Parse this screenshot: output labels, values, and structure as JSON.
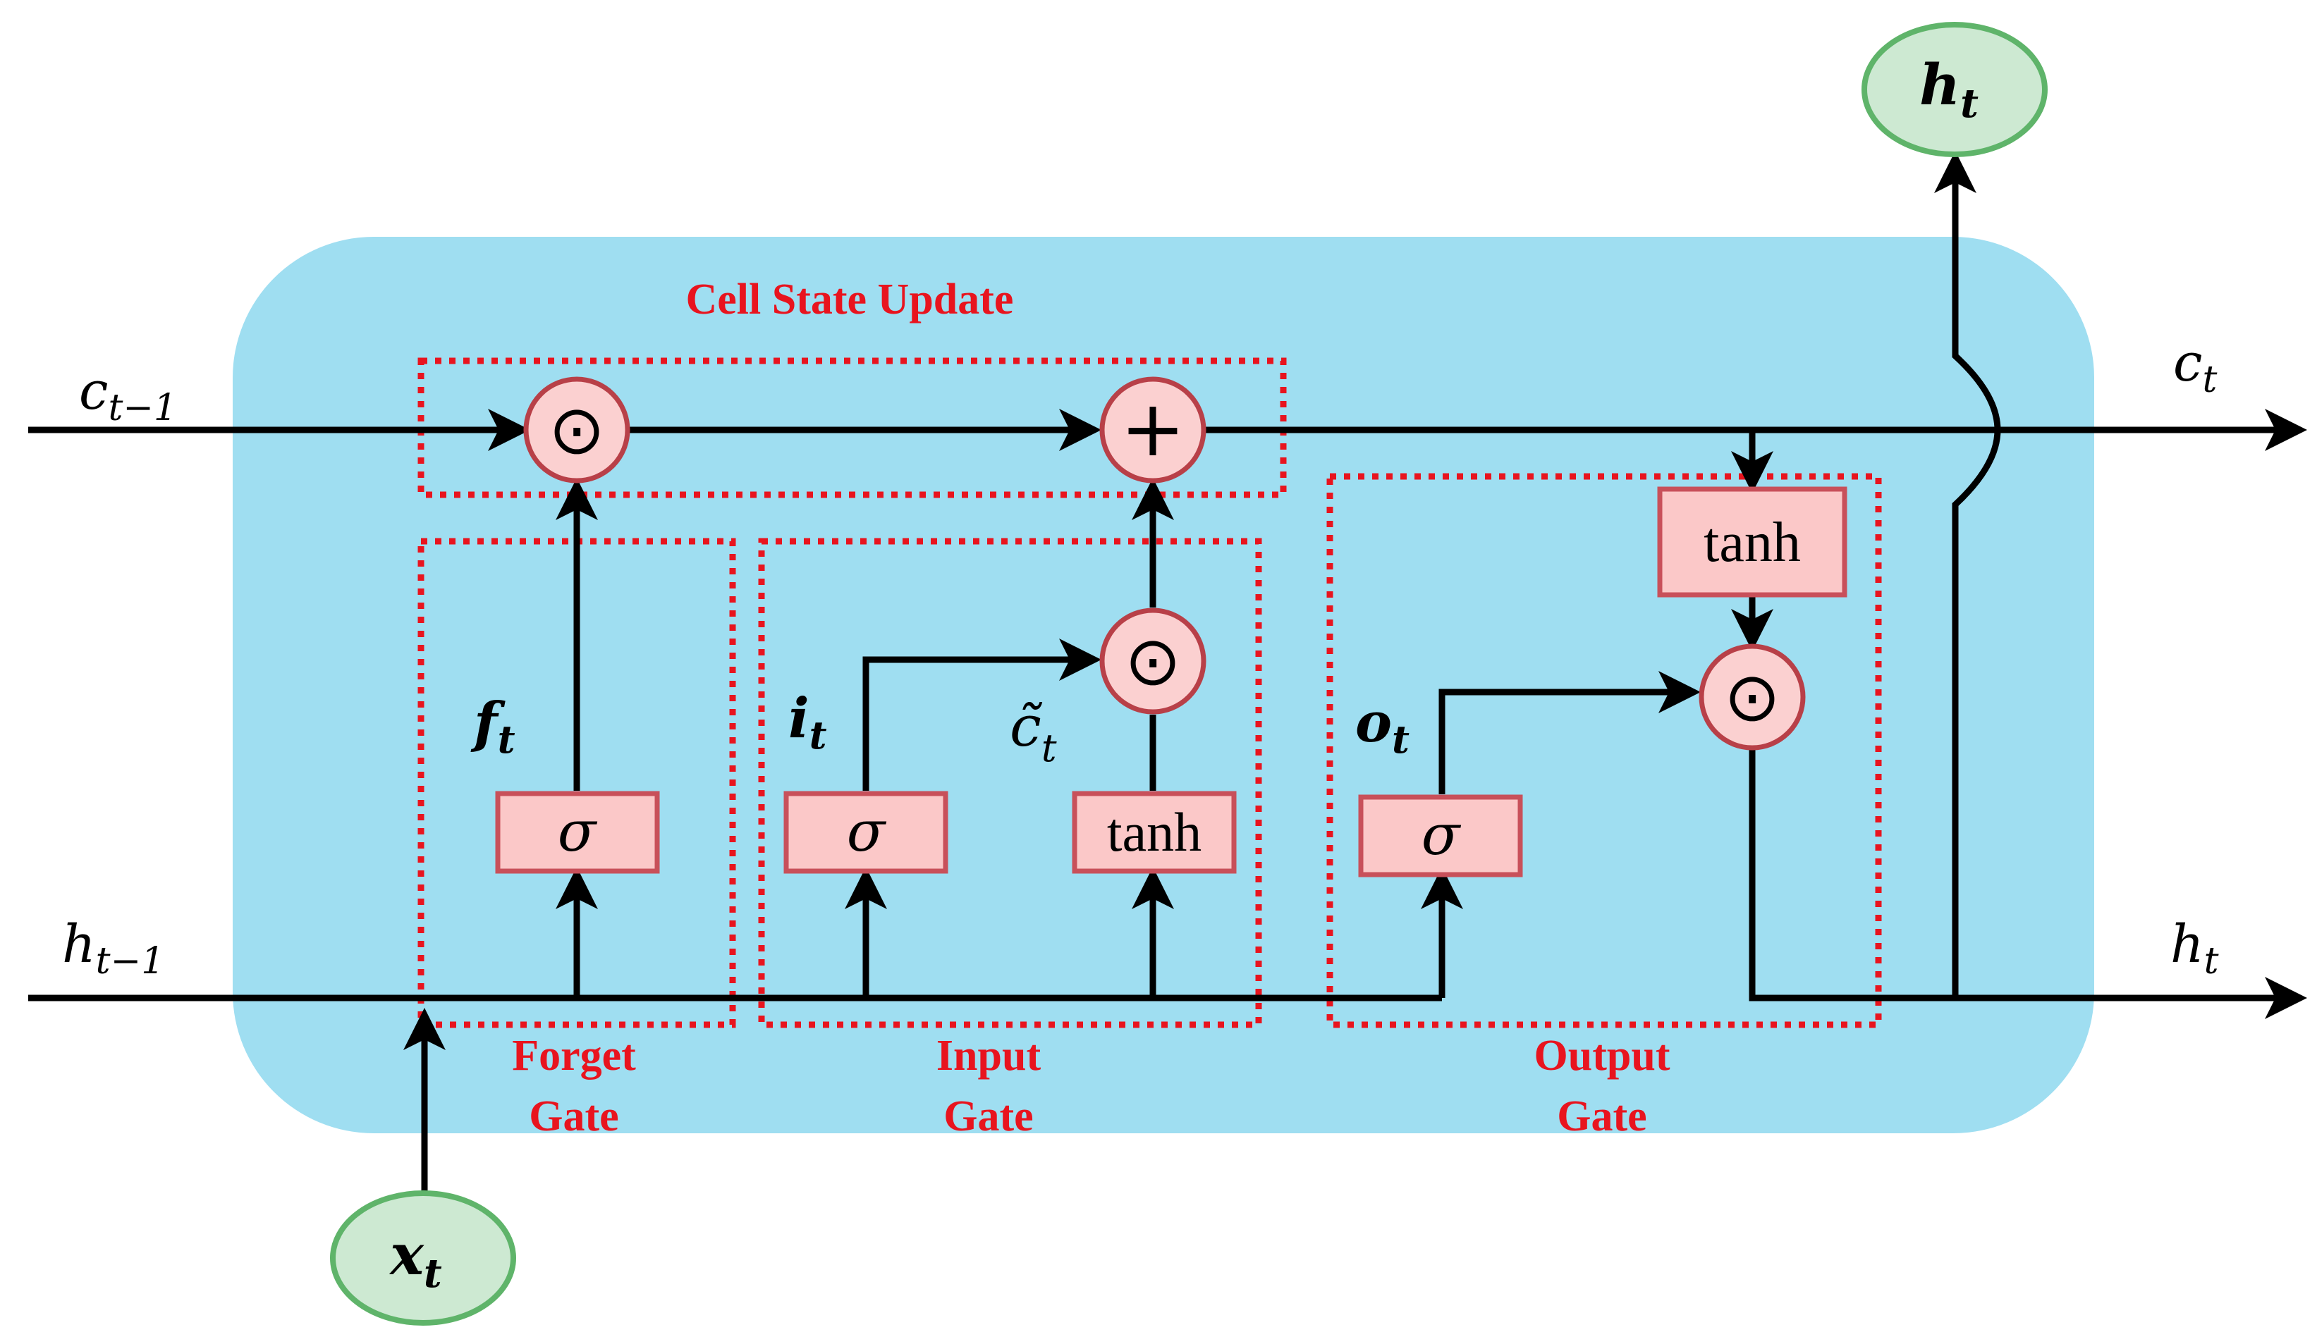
{
  "colors": {
    "cell_background": "#9fdef1",
    "box_fill": "#fbc8c8",
    "box_stroke": "#c8505a",
    "op_fill": "#fbd0d0",
    "op_stroke": "#b84048",
    "group_border": "#e8141e",
    "group_label": "#e8141e",
    "io_fill": "#cde9d2",
    "io_stroke": "#5fb46a",
    "line": "#000000"
  },
  "groups": {
    "cell_state_update": "Cell State Update",
    "forget_gate": [
      "Forget",
      "Gate"
    ],
    "input_gate": [
      "Input",
      "Gate"
    ],
    "output_gate": [
      "Output",
      "Gate"
    ]
  },
  "variables": {
    "c_prev": {
      "base": "c",
      "sub": "t−1"
    },
    "c_out": {
      "base": "c",
      "sub": "t"
    },
    "h_prev": {
      "base": "h",
      "sub": "t−1"
    },
    "h_out_right": {
      "base": "h",
      "sub": "t"
    },
    "f_t": {
      "base": "f",
      "sub": "t"
    },
    "i_t": {
      "base": "i",
      "sub": "t"
    },
    "c_tilde": {
      "base": "c̃",
      "sub": "t"
    },
    "o_t": {
      "base": "o",
      "sub": "t"
    }
  },
  "inputs_outputs": {
    "x_t": {
      "base": "x",
      "sub": "t"
    },
    "h_t_top": {
      "base": "h",
      "sub": "t"
    }
  },
  "activation_boxes": {
    "forget_sigma": "σ",
    "input_sigma": "σ",
    "input_tanh": "tanh",
    "output_sigma": "σ",
    "output_tanh": "tanh"
  },
  "operators": {
    "forget_multiply": "⊙",
    "cell_add": "+",
    "input_multiply": "⊙",
    "output_multiply": "⊙"
  }
}
